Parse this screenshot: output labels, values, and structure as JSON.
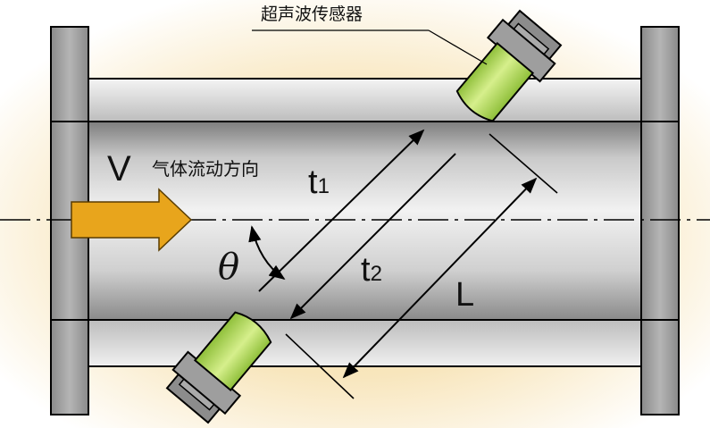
{
  "labels": {
    "sensor": "超声波传感器",
    "flow_direction": "气体流动方向",
    "velocity": "V",
    "t1_base": "t",
    "t1_sub": "1",
    "t2_base": "t",
    "t2_sub": "2",
    "path_length": "L",
    "angle": "θ"
  },
  "colors": {
    "background_glow": "#f6e3b4",
    "pipe_body": "#c9c9c9",
    "flange": "#9a9a9a",
    "outline": "#000000",
    "flow_arrow": "#e8a51c",
    "transducer_green": "#b8db5e",
    "transducer_housing": "#8c8c8c"
  },
  "icons": [
    "flow-arrow-icon",
    "transducer-icon"
  ]
}
